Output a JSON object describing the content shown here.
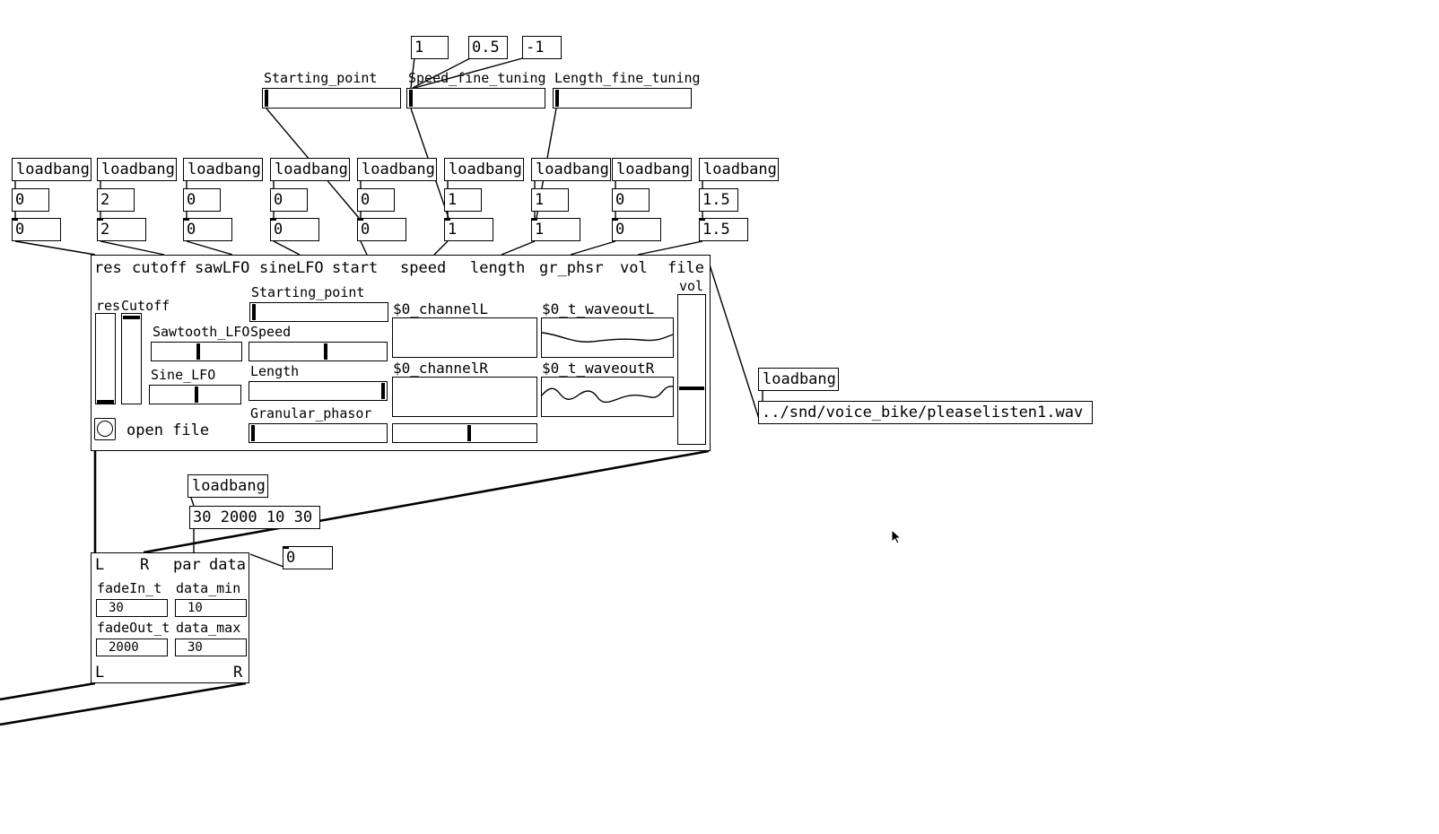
{
  "top_messages": [
    "1",
    "0.5",
    "-1"
  ],
  "top_sliders": {
    "starting_point": "Starting_point",
    "speed_fine_tuning": "Speed_fine_tuning",
    "length_fine_tuning": "Length_fine_tuning"
  },
  "loadbang_label": "loadbang",
  "columns": [
    {
      "msg": "0",
      "num": "0"
    },
    {
      "msg": "2",
      "num": "2"
    },
    {
      "msg": "0",
      "num": "0"
    },
    {
      "msg": "0",
      "num": "0"
    },
    {
      "msg": "0",
      "num": "0"
    },
    {
      "msg": "1",
      "num": "1"
    },
    {
      "msg": "1",
      "num": "1"
    },
    {
      "msg": "0",
      "num": "0"
    },
    {
      "msg": "1.5",
      "num": "1.5"
    }
  ],
  "granular_gop": {
    "inlets": [
      "res",
      "cutoff",
      "sawLFO",
      "sineLFO",
      "start",
      "speed",
      "length",
      "gr_phsr",
      "vol",
      "file"
    ],
    "labels": {
      "res": "res",
      "cutoff": "Cutoff",
      "sawtooth": "Sawtooth_LFO",
      "sine": "Sine_LFO",
      "open_file": "open file",
      "starting_point": "Starting_point",
      "speed": "Speed",
      "length": "Length",
      "granular_phasor": "Granular_phasor",
      "channelL": "$0_channelL",
      "channelR": "$0_channelR",
      "waveoutL": "$0_t_waveoutL",
      "waveoutR": "$0_t_waveoutR",
      "vol": "vol"
    }
  },
  "file_section": {
    "loadbang": "loadbang",
    "path": "../snd/voice_bike/pleaselisten1.wav"
  },
  "fade_section": {
    "loadbang": "loadbang",
    "params_msg": "30 2000 10 30",
    "side_number": "0",
    "inlets": [
      "L",
      "R",
      "par",
      "data"
    ],
    "outlets": [
      "L",
      "R"
    ],
    "fadeIn_label": "fadeIn_t",
    "fadeIn_value": "30",
    "data_min_label": "data_min",
    "data_min_value": "10",
    "fadeOut_label": "fadeOut_t",
    "fadeOut_value": "2000",
    "data_max_label": "data_max",
    "data_max_value": "30"
  }
}
